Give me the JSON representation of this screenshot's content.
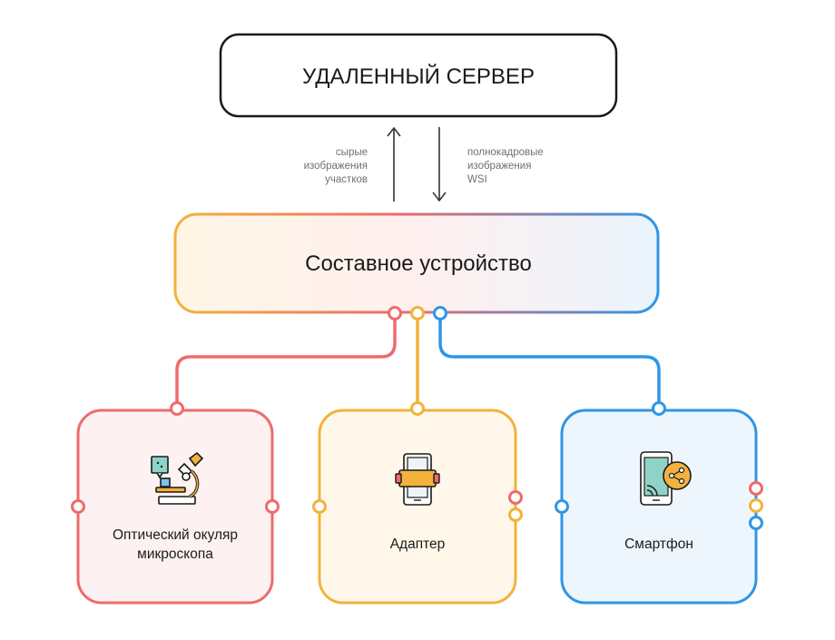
{
  "server": {
    "title": "УДАЛЕННЫЙ СЕРВЕР"
  },
  "arrows": {
    "up_label": [
      "сырые",
      "изображения",
      "участков"
    ],
    "down_label": [
      "полнокадровые",
      "изображения",
      "WSI"
    ]
  },
  "composite": {
    "title": "Составное устройство"
  },
  "components": [
    {
      "label_lines": [
        "Оптический окуляр",
        "микроскопа"
      ],
      "icon": "microscope-icon",
      "color": "#ee6b6b"
    },
    {
      "label_lines": [
        "Адаптер"
      ],
      "icon": "adapter-icon",
      "color": "#f3b23b"
    },
    {
      "label_lines": [
        "Смартфон"
      ],
      "icon": "smartphone-icon",
      "color": "#2e96e6"
    }
  ],
  "colors": {
    "red": "#ee6b6b",
    "orange": "#f3b23b",
    "blue": "#2e96e6",
    "dark": "#1a1a1a",
    "gray_text": "#707070"
  }
}
